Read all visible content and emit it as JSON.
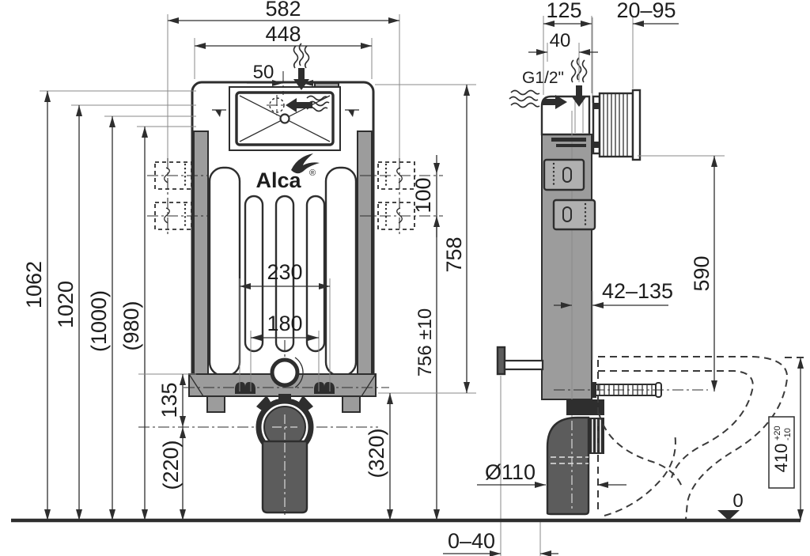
{
  "brand": {
    "name": "Alca",
    "registered": "®"
  },
  "front_dims": {
    "overall_width": "582",
    "frame_width": "448",
    "inlet_offset": "50",
    "total_height": "1062",
    "height_alt1": "1020",
    "height_alt2": "(1000)",
    "height_alt3": "(980)",
    "fixing_spacing_outer": "230",
    "fixing_spacing_inner": "180",
    "bracket_gap": "100",
    "frame_height": "758",
    "fixing_height": "756 ±10",
    "outlet_drop": "135",
    "outlet_to_floor": "(220)",
    "outlet_height": "(320)"
  },
  "side_dims": {
    "depth": "125",
    "inlet_offset": "40",
    "wall_range": "20–95",
    "water_connection": "G1/2\"",
    "actuator_height": "590",
    "flush_pipe_adjust": "42–135",
    "outlet_diameter": "Ø110",
    "floor_adjust": "0–40",
    "bowl_height": "410",
    "bowl_tol_plus": "+20",
    "bowl_tol_minus": "-10",
    "floor_level": "0"
  }
}
